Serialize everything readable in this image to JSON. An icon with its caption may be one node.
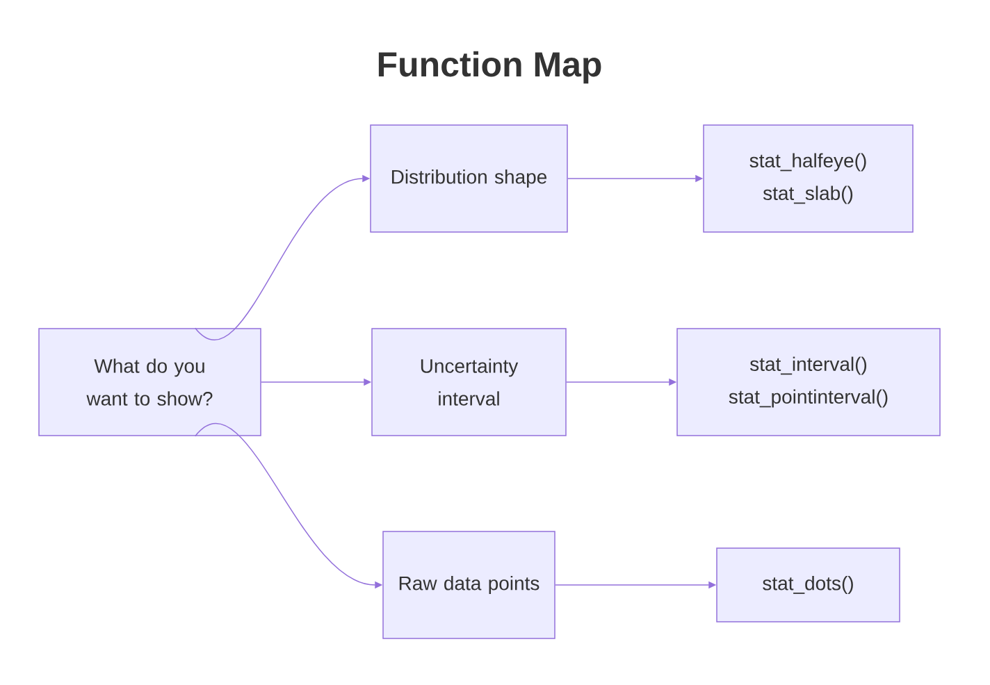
{
  "diagram": {
    "title": "Function Map",
    "nodes": [
      {
        "text": [
          "What do you want to show?"
        ]
      },
      {
        "text": [
          "Distribution shape"
        ]
      },
      {
        "text": [
          "stat_halfeye()",
          "stat_slab()"
        ]
      },
      {
        "text": [
          "Uncertainty interval"
        ]
      },
      {
        "text": [
          "stat_interval()",
          "stat_pointinterval()"
        ]
      },
      {
        "text": [
          "Raw data points"
        ]
      },
      {
        "text": [
          "stat_dots()"
        ]
      }
    ],
    "edges": [
      {
        "from": 0,
        "to": 1,
        "arrow": "to"
      },
      {
        "from": 0,
        "to": 3,
        "arrow": "to"
      },
      {
        "from": 0,
        "to": 5,
        "arrow": "to"
      },
      {
        "from": 1,
        "to": 2,
        "arrow": "to"
      },
      {
        "from": 3,
        "to": 4,
        "arrow": "to"
      },
      {
        "from": 5,
        "to": 6,
        "arrow": "to"
      }
    ]
  }
}
